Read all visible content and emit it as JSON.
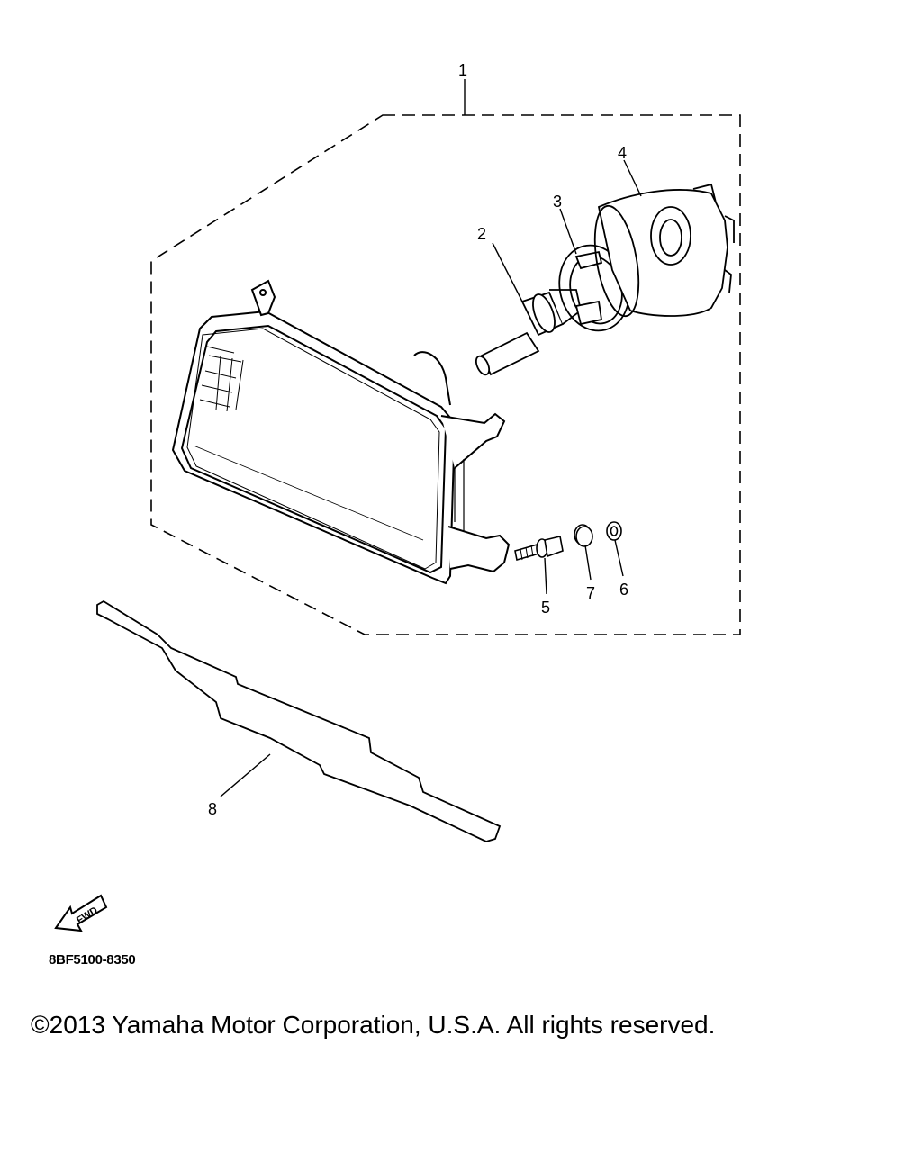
{
  "callouts": [
    {
      "id": "1",
      "label": "1"
    },
    {
      "id": "2",
      "label": "2"
    },
    {
      "id": "3",
      "label": "3"
    },
    {
      "id": "4",
      "label": "4"
    },
    {
      "id": "5",
      "label": "5"
    },
    {
      "id": "6",
      "label": "6"
    },
    {
      "id": "7",
      "label": "7"
    },
    {
      "id": "8",
      "label": "8"
    }
  ],
  "fwd_label": "FWD",
  "diagram_code": "8BF5100-8350",
  "copyright": "©2013 Yamaha Motor Corporation, U.S.A. All rights reserved."
}
